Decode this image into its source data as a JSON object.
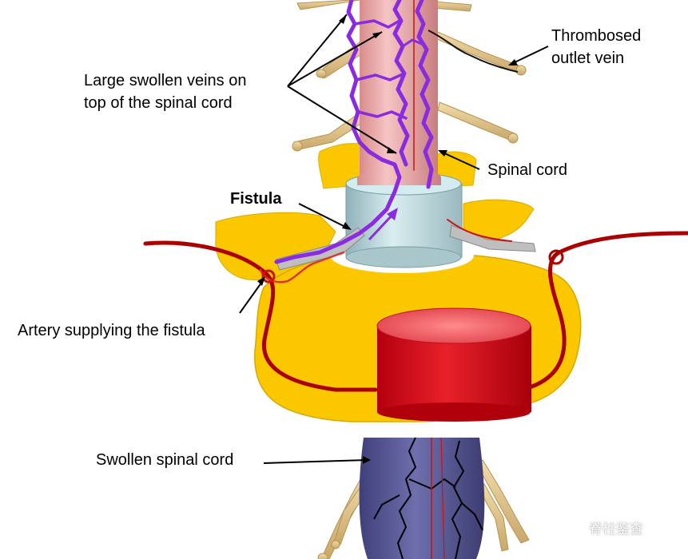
{
  "diagram": {
    "labels": {
      "thrombosed_outlet_vein_line1": "Thrombosed",
      "thrombosed_outlet_vein_line2": "outlet vein",
      "large_swollen_veins_line1": "Large swollen veins on",
      "large_swollen_veins_line2": "top of the spinal cord",
      "spinal_cord": "Spinal cord",
      "fistula": "Fistula",
      "artery_supplying_fistula": "Artery supplying the fistula",
      "swollen_spinal_cord": "Swollen spinal cord"
    },
    "colors": {
      "spinal_cord": "#e8a3a3",
      "swollen_cord": "#5d5d9c",
      "bone": "#fbc800",
      "bone_edge": "#d9a800",
      "vein": "#8a2be2",
      "artery": "#cc1111",
      "dura_sleeve": "#b3d3d8",
      "nerve_root": "#e0c487",
      "disc": "#d0101a"
    }
  },
  "watermark": {
    "icon": "wechat-icon",
    "text": "脊柱鉴查"
  }
}
